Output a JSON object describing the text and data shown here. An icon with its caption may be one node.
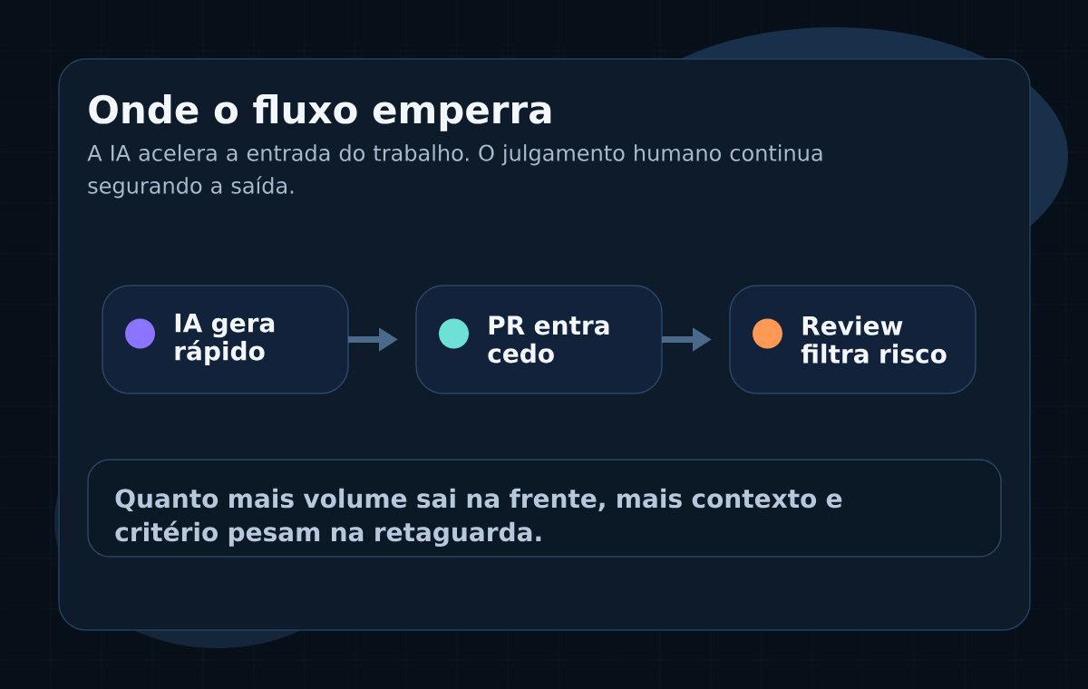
{
  "diagram": {
    "nodes": [
      {
        "text": [
          "Onde o fluxo emperra",
          "A IA acelera a entrada do trabalho. O julgamento humano continua segurando a saída."
        ]
      },
      {
        "text": [
          "IA gera rápido"
        ],
        "in": 0
      },
      {
        "text": [
          "PR entra cedo"
        ],
        "in": 0
      },
      {
        "text": [
          "Review filtra risco"
        ],
        "in": 0
      },
      {
        "text": [
          "Quanto mais volume sai na frente, mais contexto e critério pesam na retaguarda."
        ],
        "in": 0
      }
    ],
    "edges": [
      {
        "from": 1,
        "to": 2,
        "arrow": "to"
      },
      {
        "from": 2,
        "to": 3,
        "arrow": "to"
      }
    ]
  }
}
